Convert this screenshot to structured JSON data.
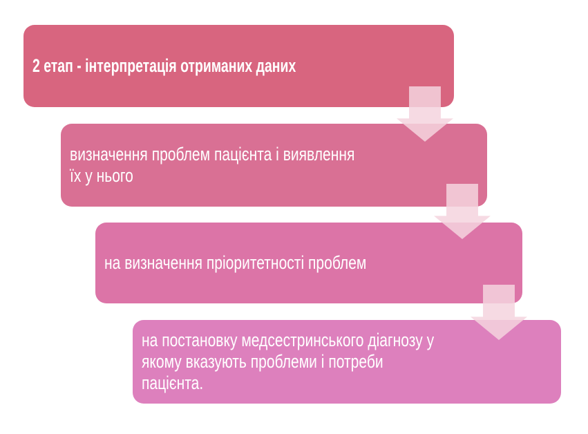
{
  "diagram": {
    "background": "#ffffff",
    "text_color": "#ffffff",
    "arrow": {
      "color": "#f5d3de"
    },
    "steps": [
      {
        "name": "step-1",
        "color": "#d8657f",
        "lines": [
          "2 етап - інтерпретація отриманих даних"
        ]
      },
      {
        "name": "step-2",
        "color": "#d97094",
        "lines": [
          "визначення проблем пацієнта і виявлення",
          "їх у нього"
        ]
      },
      {
        "name": "step-3",
        "color": "#dc74a7",
        "lines": [
          "на визначення пріоритетності проблем"
        ]
      },
      {
        "name": "step-4",
        "color": "#dd80bd",
        "lines": [
          "на постановку медсестринського діагнозу у",
          "якому вказують проблеми і потреби",
          "пацієнта."
        ]
      }
    ]
  }
}
